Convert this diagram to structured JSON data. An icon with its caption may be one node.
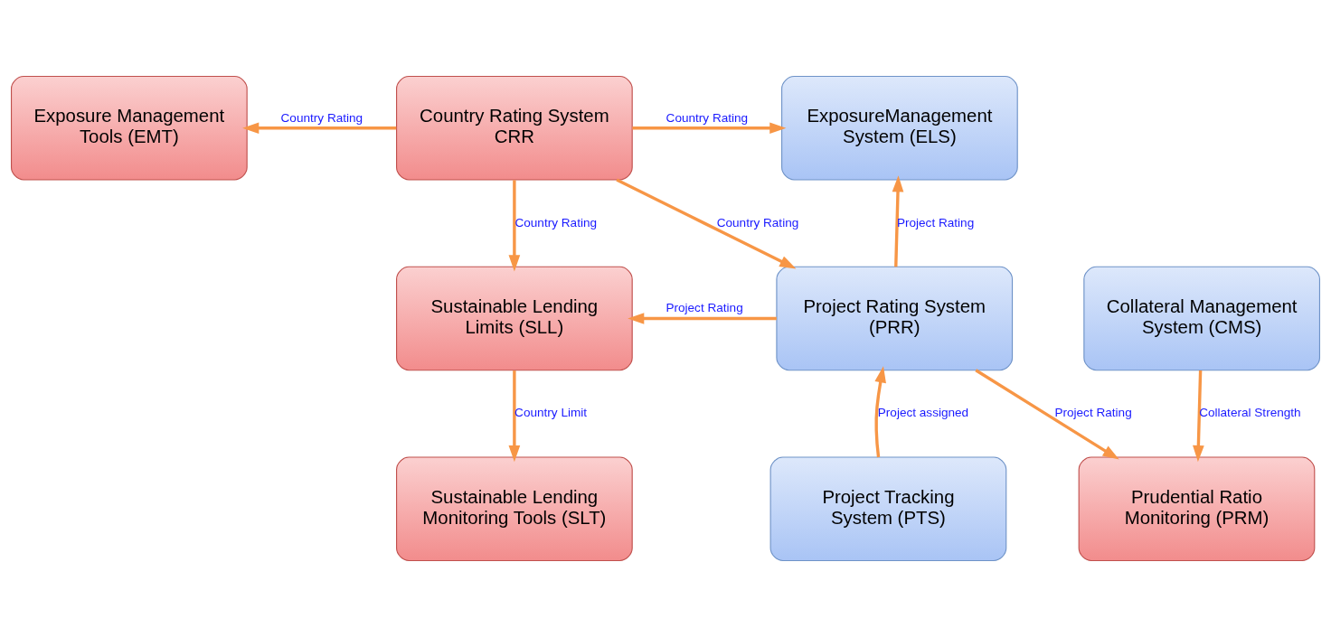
{
  "diagram": {
    "nodes": [
      {
        "text": [
          "Exposure Management Tools (EMT)"
        ]
      },
      {
        "text": [
          "Country Rating System CRR"
        ]
      },
      {
        "text": [
          "ExposureManagement System (ELS)"
        ]
      },
      {
        "text": [
          "Sustainable Lending Limits (SLL)"
        ]
      },
      {
        "text": [
          "Project Rating System (PRR)"
        ]
      },
      {
        "text": [
          "Collateral Management System (CMS)"
        ]
      },
      {
        "text": [
          "Sustainable Lending Monitoring Tools (SLT)"
        ]
      },
      {
        "text": [
          "Project Tracking System (PTS)"
        ]
      },
      {
        "text": [
          "Prudential Ratio Monitoring (PRM)"
        ]
      }
    ],
    "edges": [
      {
        "from": 1,
        "to": 0,
        "arrow": "to",
        "label": "Country Rating"
      },
      {
        "from": 1,
        "to": 2,
        "arrow": "to",
        "label": "Country Rating"
      },
      {
        "from": 1,
        "to": 3,
        "arrow": "to",
        "label": "Country Rating"
      },
      {
        "from": 1,
        "to": 4,
        "arrow": "to",
        "label": "Country Rating"
      },
      {
        "from": 4,
        "to": 3,
        "arrow": "to",
        "label": "Project Rating"
      },
      {
        "from": 4,
        "to": 2,
        "arrow": "to",
        "label": "Project Rating"
      },
      {
        "from": 4,
        "to": 8,
        "arrow": "to",
        "label": "Project Rating"
      },
      {
        "from": 3,
        "to": 6,
        "arrow": "to",
        "label": "Country Limit"
      },
      {
        "from": 7,
        "to": 4,
        "arrow": "to",
        "label": "Project assigned"
      },
      {
        "from": 5,
        "to": 8,
        "arrow": "to",
        "label": "Collateral Strength"
      }
    ]
  }
}
